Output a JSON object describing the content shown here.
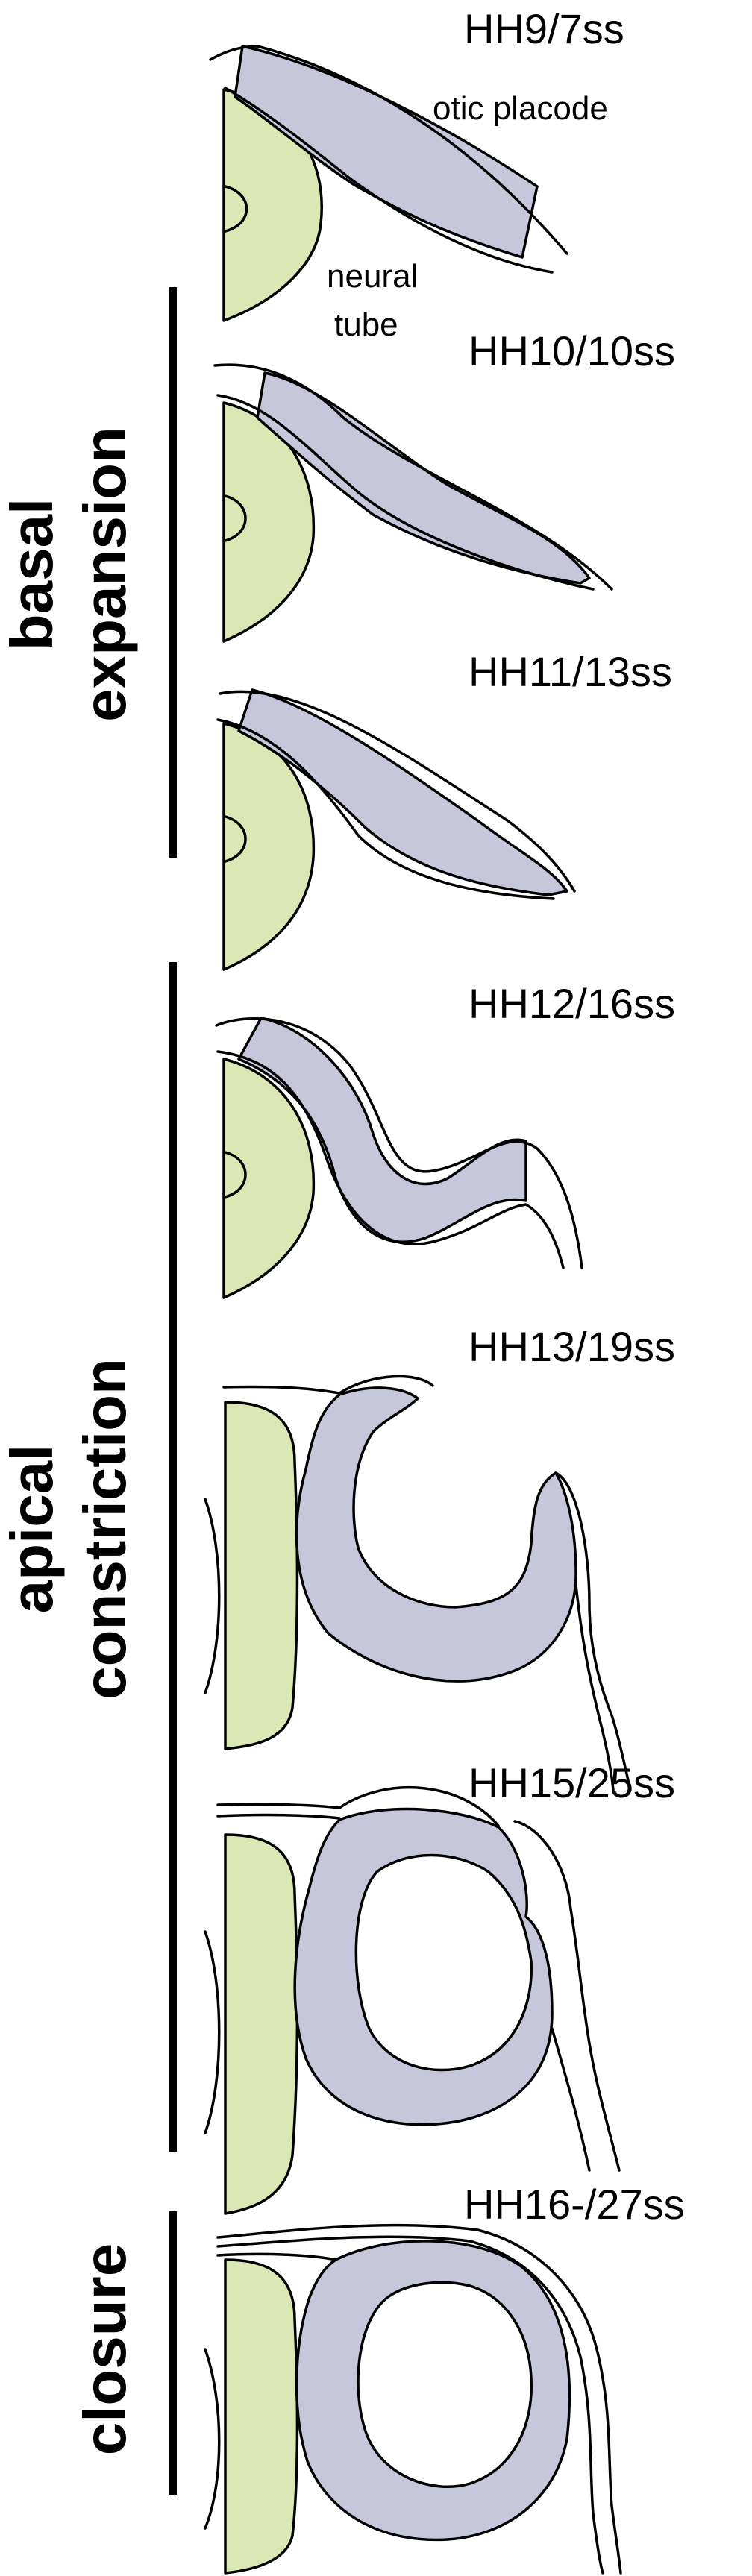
{
  "colors": {
    "neural_tube": "#dbe8b6",
    "otic_placode": "#c7c7dc",
    "outline": "#000000",
    "phase_bar": "#000000"
  },
  "annotations": {
    "otic_placode": "otic placode",
    "neural_line1": "neural",
    "neural_line2": "tube"
  },
  "stages": [
    {
      "label": "HH9/7ss"
    },
    {
      "label": "HH10/10ss"
    },
    {
      "label": "HH11/13ss"
    },
    {
      "label": "HH12/16ss"
    },
    {
      "label": "HH13/19ss"
    },
    {
      "label": "HH15/25ss"
    },
    {
      "label": "HH16-/27ss"
    }
  ],
  "phases": [
    {
      "line1": "basal",
      "line2": "expansion"
    },
    {
      "line1": "apical",
      "line2": "constriction"
    },
    {
      "line1": "closure",
      "line2": ""
    }
  ]
}
